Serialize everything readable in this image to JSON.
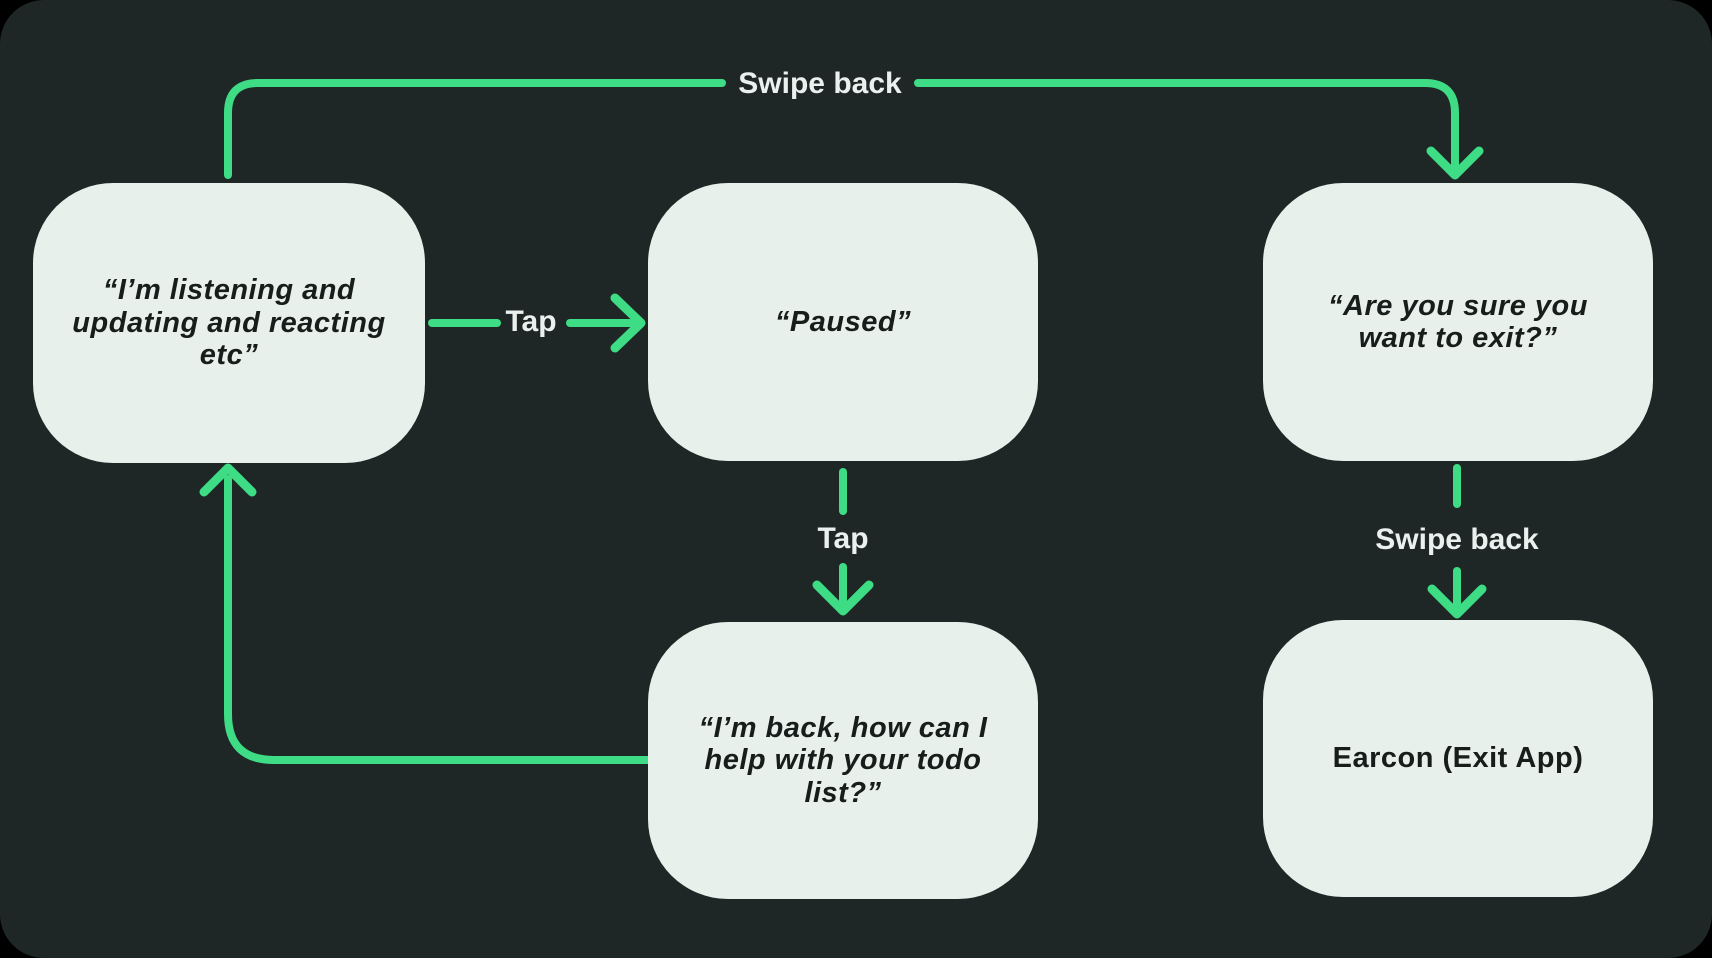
{
  "colors": {
    "background": "#000000",
    "panel": "#1f2726",
    "node_fill": "#e8f0ec",
    "accent_green": "#3ddc85",
    "edge_label_text": "#e9f0ee",
    "node_text": "#171d1b"
  },
  "nodes": {
    "listening": {
      "text": "“I’m listening and\nupdating and reacting\netc”"
    },
    "paused": {
      "text": "“Paused”"
    },
    "exit_confirm": {
      "text": "“Are you sure you\nwant to exit?”"
    },
    "resume": {
      "text": "“I’m back, how can I\nhelp with your todo\nlist?”"
    },
    "earcon": {
      "text": "Earcon (Exit App)"
    }
  },
  "edge_labels": {
    "swipe_back_top": "Swipe back",
    "tap_pause": "Tap",
    "tap_resume": "Tap",
    "swipe_back_exit": "Swipe back"
  },
  "edges": [
    {
      "from": "listening",
      "to": "exit_confirm",
      "action": "Swipe back"
    },
    {
      "from": "listening",
      "to": "paused",
      "action": "Tap"
    },
    {
      "from": "paused",
      "to": "resume",
      "action": "Tap"
    },
    {
      "from": "resume",
      "to": "listening",
      "action": ""
    },
    {
      "from": "exit_confirm",
      "to": "earcon",
      "action": "Swipe back"
    }
  ]
}
